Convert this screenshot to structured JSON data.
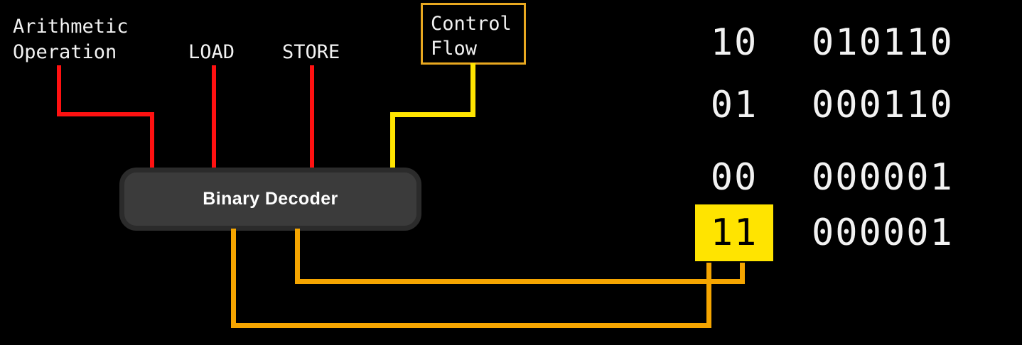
{
  "diagram": {
    "title": "Binary Decoder",
    "background_color": "#000000",
    "decoder": {
      "label": "Binary Decoder",
      "fill_color": "#3b3b3b",
      "border_color": "#2b2b2b"
    },
    "control_flow_box": {
      "line1": "Control",
      "line2": "Flow",
      "border_color": "#e8a820"
    },
    "input_labels": [
      {
        "name": "arithmetic-operation",
        "line1": "Arithmetic",
        "line2": "Operation",
        "wire_color": "#ff1111"
      },
      {
        "name": "load",
        "line1": "LOAD",
        "line2": "",
        "wire_color": "#ff1111"
      },
      {
        "name": "store",
        "line1": "STORE",
        "line2": "",
        "wire_color": "#ff1111"
      }
    ],
    "wire_colors": {
      "red": "#ff1111",
      "yellow": "#ffe400",
      "orange": "#f5a500",
      "amber_border": "#e8a820"
    },
    "opcode_table": {
      "rows": [
        {
          "code": "10",
          "bits": "010110",
          "highlighted": false
        },
        {
          "code": "01",
          "bits": "000110",
          "highlighted": false
        },
        {
          "code": "00",
          "bits": "000001",
          "highlighted": false
        },
        {
          "code": "11",
          "bits": "000001",
          "highlighted": true
        }
      ],
      "highlight_color": "#ffe400",
      "text_color": "#f2f2f2"
    }
  }
}
